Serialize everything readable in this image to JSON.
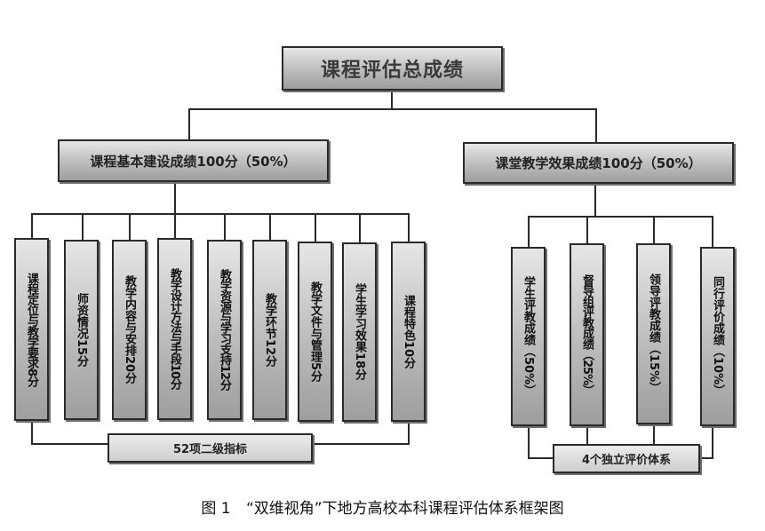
{
  "root": {
    "label": "课程评估总成绩"
  },
  "left": {
    "label": "课程基本建设成绩100分（50%）",
    "items": [
      "课程定位与教学要求8分",
      "师资情况15分",
      "教学内容与安排20分",
      "教学设计方法与手段10分",
      "教学资源与学习支持12分",
      "教学环节12分",
      "教学文件与管理5分",
      "学生学习效果18分",
      "课程特色10分"
    ],
    "bottom": "52项二级指标"
  },
  "right": {
    "label": "课堂教学效果成绩100分（50%）",
    "items": [
      "学生评教成绩（50%）",
      "督导组评教成绩（25%）",
      "领导评教成绩（15%）",
      "同行评价成绩（10%）"
    ],
    "bottom": "4个独立评价体系"
  },
  "caption": {
    "figure_no": "图 1",
    "title": "“双维视角”下地方高校本科课程评估体系框架图"
  }
}
